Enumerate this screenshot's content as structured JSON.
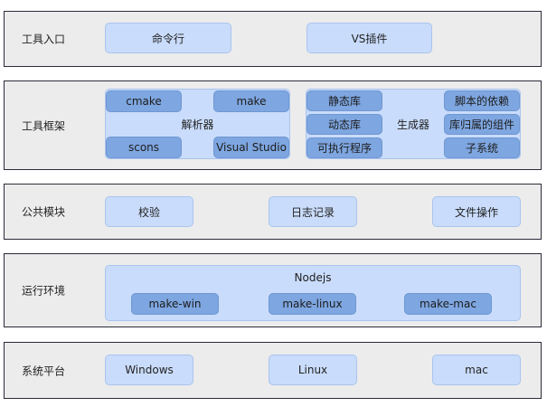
{
  "layers": {
    "entry": {
      "label": "工具入口",
      "items": [
        "命令行",
        "VS插件"
      ]
    },
    "framework": {
      "label": "工具框架",
      "parser": {
        "label": "解析器",
        "items": [
          "cmake",
          "make",
          "scons",
          "Visual Studio"
        ]
      },
      "generator": {
        "label": "生成器",
        "left_items": [
          "静态库",
          "动态库",
          "可执行程序"
        ],
        "right_items": [
          "脚本的依赖",
          "库归属的组件",
          "子系统"
        ]
      }
    },
    "common": {
      "label": "公共模块",
      "items": [
        "校验",
        "日志记录",
        "文件操作"
      ]
    },
    "runtime": {
      "label": "运行环境",
      "container_label": "Nodejs",
      "items": [
        "make-win",
        "make-linux",
        "make-mac"
      ]
    },
    "platform": {
      "label": "系统平台",
      "items": [
        "Windows",
        "Linux",
        "mac"
      ]
    }
  },
  "colors": {
    "layer_bg": "#ececec",
    "layer_border": "#2b2b3b",
    "light_box": "#c9dcfb",
    "dark_chip": "#7ea6e0"
  }
}
